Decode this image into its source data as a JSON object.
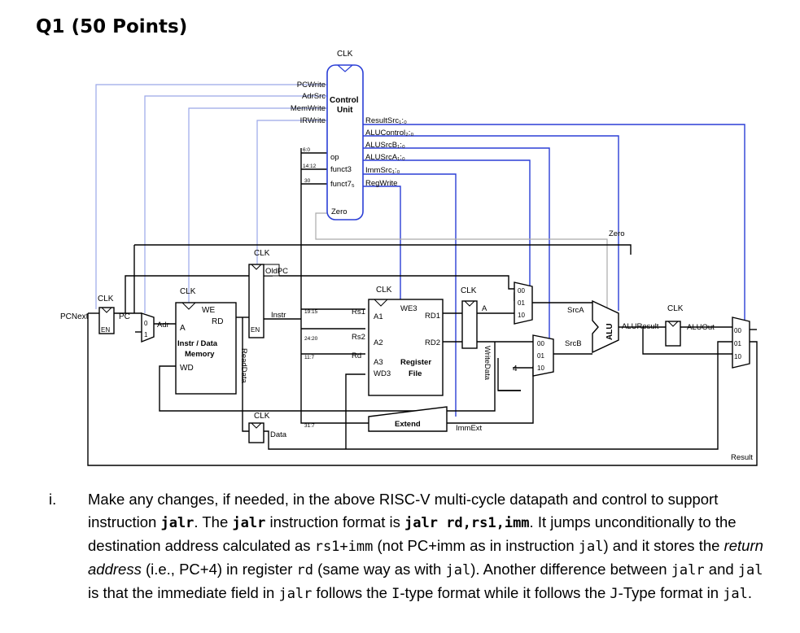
{
  "heading": "Q1 (50 Points)",
  "control_unit": {
    "clk": "CLK",
    "name_line1": "Control",
    "name_line2": "Unit",
    "left_outputs": [
      "PCWrite",
      "AdrSrc",
      "MemWrite",
      "IRWrite"
    ],
    "inputs": [
      "op",
      "funct3",
      "funct7₅",
      "Zero"
    ],
    "input_bits": [
      "6:0",
      "14:12",
      "30"
    ],
    "right_outputs": [
      "ResultSrc₁:₀",
      "ALUControl₂:₀",
      "ALUSrcB₁:₀",
      "ALUSrcA₁:₀",
      "ImmSrc₁:₀",
      "RegWrite"
    ]
  },
  "datapath": {
    "pcnext": "PCNext",
    "pc": "PC",
    "en": "EN",
    "clk": "CLK",
    "adr": "Adr",
    "a": "A",
    "rd": "RD",
    "we": "WE",
    "mem_line1": "Instr / Data",
    "mem_line2": "Memory",
    "wd": "WD",
    "instr": "Instr",
    "oldpc": "OldPC",
    "readdata": "ReadData",
    "data": "Data",
    "bits": [
      "19:15",
      "24:20",
      "11:7",
      "31:7"
    ],
    "rs1": "Rs1",
    "rs2": "Rs2",
    "rd_reg": "Rd",
    "a1": "A1",
    "a2": "A2",
    "a3": "A3",
    "wd3": "WD3",
    "we3": "WE3",
    "rd1": "RD1",
    "rd2": "RD2",
    "reg_line1": "Register",
    "reg_line2": "File",
    "extend": "Extend",
    "immext": "ImmExt",
    "writedata": "WriteData",
    "a_label": "A",
    "srca": "SrcA",
    "srcb": "SrcB",
    "four": "4",
    "alu": "ALU",
    "zero": "Zero",
    "aluresult": "ALUResult",
    "aluout": "ALUOut",
    "result": "Result",
    "mux0": "0",
    "mux1": "1",
    "mux_inputs": [
      "00",
      "01",
      "10"
    ]
  },
  "question": {
    "number": "i.",
    "t1": "Make any changes, if needed, in the above RISC-V multi-cycle datapath and control to support instruction ",
    "c1": "jalr",
    "t2": ". The ",
    "c2": "jalr",
    "t3": " instruction format is ",
    "c3": "jalr rd,rs1,imm",
    "t4": ". It jumps unconditionally to the destination address calculated as ",
    "c4": "rs1+imm",
    "t5": " (not PC+imm as in instruction ",
    "c5": "jal",
    "t6": ") and it stores the ",
    "e1": "return address",
    "t7": " (i.e., PC+4) in register ",
    "c6": "rd",
    "t8": " (same way as with ",
    "c7": "jal",
    "t9": "). Another difference between ",
    "c8": "jalr",
    "t10": " and ",
    "c9": "jal",
    "t11": " is that the immediate field in ",
    "c10": "jalr",
    "t12": " follows the ",
    "c11": "I",
    "t13": "-type format while it follows the ",
    "c12": "J",
    "t14": "-Type format in ",
    "c13": "jal",
    "t15": "."
  },
  "colors": {
    "control_wire": "#2b3fd6",
    "light_wire": "#9aa7e8",
    "gray_wire": "#aaaaaa",
    "datapath": "#000000"
  }
}
